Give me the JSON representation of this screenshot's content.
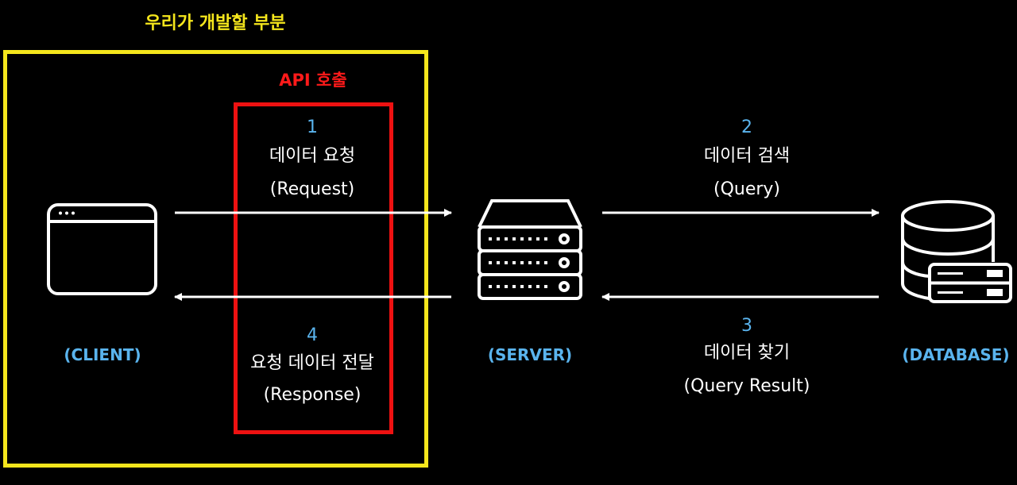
{
  "labels": {
    "dev_scope": "우리가 개발할 부분",
    "api_call": "API 호출"
  },
  "nodes": {
    "client": "(CLIENT)",
    "server": "(SERVER)",
    "database": "(DATABASE)"
  },
  "steps": [
    {
      "num": "1",
      "text": "데이터 요청",
      "sub": "(Request)"
    },
    {
      "num": "2",
      "text": "데이터 검색",
      "sub": "(Query)"
    },
    {
      "num": "3",
      "text": "데이터 찾기",
      "sub": "(Query Result)"
    },
    {
      "num": "4",
      "text": "요청 데이터 전달",
      "sub": "(Response)"
    }
  ],
  "colors": {
    "background": "#000000",
    "scope_box": "#f5e61c",
    "api_box": "#ee1111",
    "node_label": "#5ab4ee",
    "icon": "#ffffff"
  },
  "icons": {
    "client": "browser-window-icon",
    "server": "server-rack-icon",
    "database": "database-icon"
  }
}
